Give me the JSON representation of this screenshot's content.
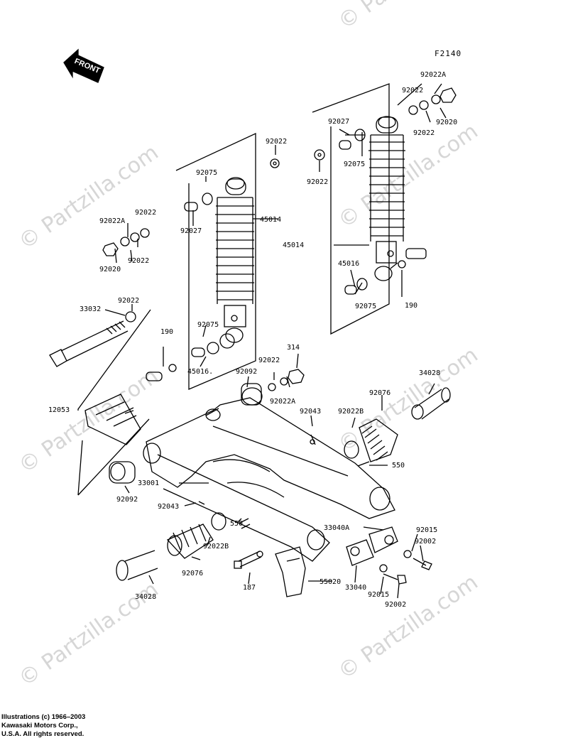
{
  "watermark": "© Partzilla.com",
  "diagram_code": "F2140",
  "front_label": "FRONT",
  "copyright": [
    "Illustrations (c) 1966–2003",
    "Kawasaki Motors Corp.,",
    "U.S.A.  All rights reserved."
  ],
  "parts": {
    "p92022A_tr": "92022A",
    "p92022_tr1": "92022",
    "p92022_tr2": "92022",
    "p92020_tr": "92020",
    "p92027_r": "92027",
    "p92075_r": "92075",
    "p92022_r": "92022",
    "p45014_r": "45014",
    "p45016_r": "45016",
    "p92075_r2": "92075",
    "p190_r": "190",
    "p92022_top": "92022",
    "p92075_l": "92075",
    "p92027_l": "92027",
    "p45014_l": "45014",
    "p92022_l": "92022",
    "p92022A_l": "92022A",
    "p92022_l2": "92022",
    "p92020_l": "92020",
    "p33032": "33032",
    "p92022_bolt": "92022",
    "p190_l": "190",
    "p92075_l2": "92075",
    "p45016_l": "45016.",
    "p92092_c": "92092",
    "p92022_c": "92022",
    "p314": "314",
    "p92022A_c": "92022A",
    "p34028_r": "34028",
    "p92076_r": "92076",
    "p92043_r": "92043",
    "p92022B_r": "92022B",
    "p550_r": "550",
    "p12053": "12053",
    "p33001": "33001",
    "p92092_l": "92092",
    "p92043_l": "92043",
    "p550_l": "550",
    "p33040A": "33040A",
    "p92015_r": "92015",
    "p92002_r": "92002",
    "p92022B_l": "92022B",
    "p92076_l": "92076",
    "p34028_l": "34028",
    "p187": "187",
    "p55020": "55020",
    "p33040": "33040",
    "p92015_b": "92015",
    "p92002_b": "92002"
  }
}
